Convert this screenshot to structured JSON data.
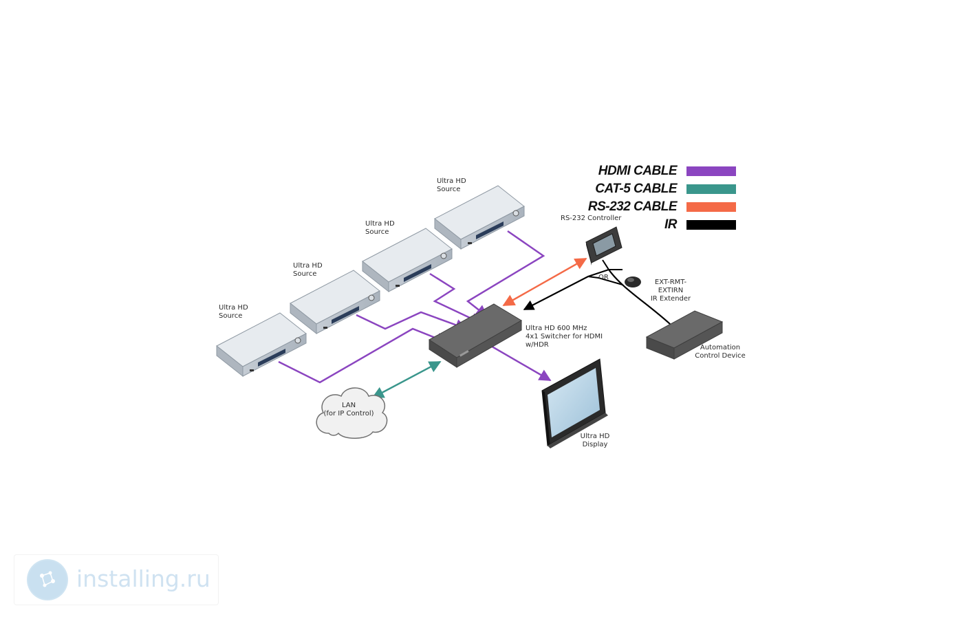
{
  "diagram": {
    "labels": {
      "source_1": "Ultra HD\nSource",
      "source_2": "Ultra HD\nSource",
      "source_3": "Ultra HD\nSource",
      "source_4": "Ultra HD\nSource",
      "rs232_controller": "RS-232 Controller",
      "or": "OR",
      "ir_extender": "EXT-RMT-EXTIRN\nIR Extender",
      "switcher": "Ultra HD 600 MHz\n4x1 Switcher for HDMI\nw/HDR",
      "automation": "Automation\nControl Device",
      "lan": "LAN\n(for IP Control)",
      "display": "Ultra HD\nDisplay"
    }
  },
  "legend": [
    {
      "label": "HDMI CABLE",
      "color": "#8b45c0"
    },
    {
      "label": "CAT-5 CABLE",
      "color": "#3a968c"
    },
    {
      "label": "RS-232 CABLE",
      "color": "#f46a47"
    },
    {
      "label": "IR",
      "color": "#000000"
    }
  ],
  "colors": {
    "hdmi": "#8b45c0",
    "cat5": "#3a968c",
    "rs232": "#f46a47",
    "ir": "#000000",
    "source_top": "#dfe4ea",
    "switcher_body": "#5f5f5f"
  },
  "watermark": {
    "text": "installing.ru",
    "icon": "installing-logo-icon"
  }
}
